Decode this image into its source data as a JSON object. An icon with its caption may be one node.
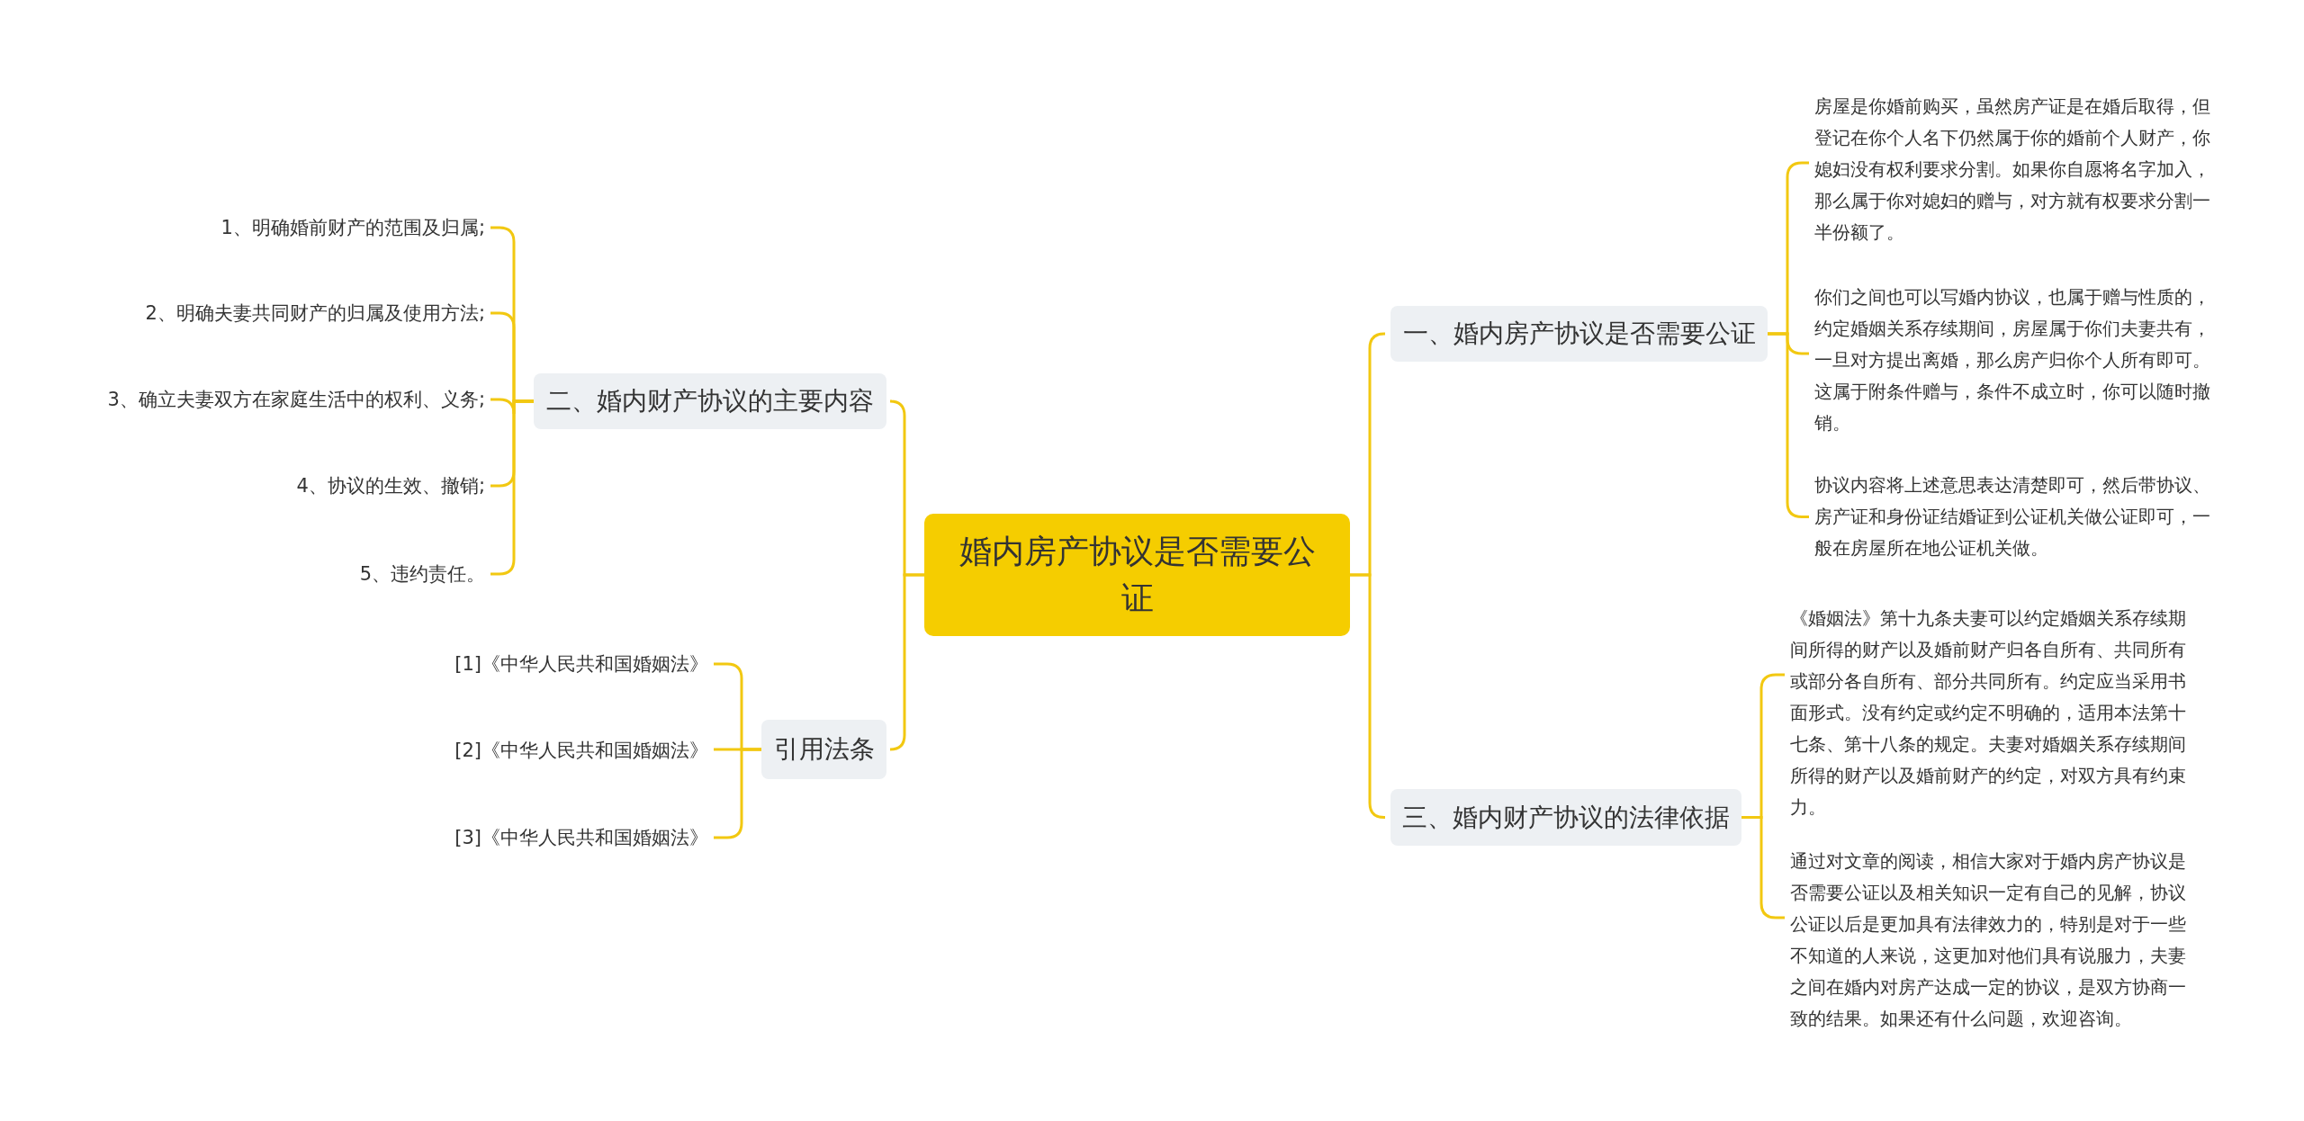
{
  "diagram": {
    "nodes": [
      {
        "text": [
          "婚内房产协议是否需要公证"
        ]
      },
      {
        "text": [
          "一、婚内房产协议是否需要公证"
        ]
      },
      {
        "text": [
          "房屋是你婚前购买，虽然房产证是在婚后取得，但登记在你个人名下仍然属于你的婚前个人财产，你媳妇没有权利要求分割。如果你自愿将名字加入，那么属于你对媳妇的赠与，对方就有权要求分割一半份额了。"
        ]
      },
      {
        "text": [
          "你们之间也可以写婚内协议，也属于赠与性质的，约定婚姻关系存续期间，房屋属于你们夫妻共有，一旦对方提出离婚，那么房产归你个人所有即可。这属于附条件赠与，条件不成立时，你可以随时撤销。"
        ]
      },
      {
        "text": [
          "协议内容将上述意思表达清楚即可，然后带协议、房产证和身份证结婚证到公证机关做公证即可，一般在房屋所在地公证机关做。"
        ]
      },
      {
        "text": [
          "三、婚内财产协议的法律依据"
        ]
      },
      {
        "text": [
          "《婚姻法》第十九条夫妻可以约定婚姻关系存续期间所得的财产以及婚前财产归各自所有、共同所有或部分各自所有、部分共同所有。约定应当采用书面形式。没有约定或约定不明确的，适用本法第十七条、第十八条的规定。夫妻对婚姻关系存续期间所得的财产以及婚前财产的约定，对双方具有约束力。"
        ]
      },
      {
        "text": [
          "通过对文章的阅读，相信大家对于婚内房产协议是否需要公证以及相关知识一定有自己的见解，协议公证以后是更加具有法律效力的，特别是对于一些不知道的人来说，这更加对他们具有说服力，夫妻之间在婚内对房产达成一定的协议，是双方协商一致的结果。如果还有什么问题，欢迎咨询。"
        ]
      },
      {
        "text": [
          "二、婚内财产协议的主要内容"
        ]
      },
      {
        "text": [
          "1、明确婚前财产的范围及归属;"
        ]
      },
      {
        "text": [
          "2、明确夫妻共同财产的归属及使用方法;"
        ]
      },
      {
        "text": [
          "3、确立夫妻双方在家庭生活中的权利、义务;"
        ]
      },
      {
        "text": [
          "4、协议的生效、撤销;"
        ]
      },
      {
        "text": [
          "5、违约责任。"
        ]
      },
      {
        "text": [
          "引用法条"
        ]
      },
      {
        "text": [
          "[1]《中华人民共和国婚姻法》"
        ]
      },
      {
        "text": [
          "[2]《中华人民共和国婚姻法》"
        ]
      },
      {
        "text": [
          "[3]《中华人民共和国婚姻法》"
        ]
      }
    ],
    "edges": [
      {
        "from": 0,
        "to": 1,
        "arrow": "none"
      },
      {
        "from": 1,
        "to": 2,
        "arrow": "none"
      },
      {
        "from": 1,
        "to": 3,
        "arrow": "none"
      },
      {
        "from": 1,
        "to": 4,
        "arrow": "none"
      },
      {
        "from": 0,
        "to": 5,
        "arrow": "none"
      },
      {
        "from": 5,
        "to": 6,
        "arrow": "none"
      },
      {
        "from": 5,
        "to": 7,
        "arrow": "none"
      },
      {
        "from": 0,
        "to": 8,
        "arrow": "none"
      },
      {
        "from": 8,
        "to": 9,
        "arrow": "none"
      },
      {
        "from": 8,
        "to": 10,
        "arrow": "none"
      },
      {
        "from": 8,
        "to": 11,
        "arrow": "none"
      },
      {
        "from": 8,
        "to": 12,
        "arrow": "none"
      },
      {
        "from": 8,
        "to": 13,
        "arrow": "none"
      },
      {
        "from": 0,
        "to": 14,
        "arrow": "none"
      },
      {
        "from": 14,
        "to": 15,
        "arrow": "none"
      },
      {
        "from": 14,
        "to": 16,
        "arrow": "none"
      },
      {
        "from": 14,
        "to": 17,
        "arrow": "none"
      }
    ]
  }
}
